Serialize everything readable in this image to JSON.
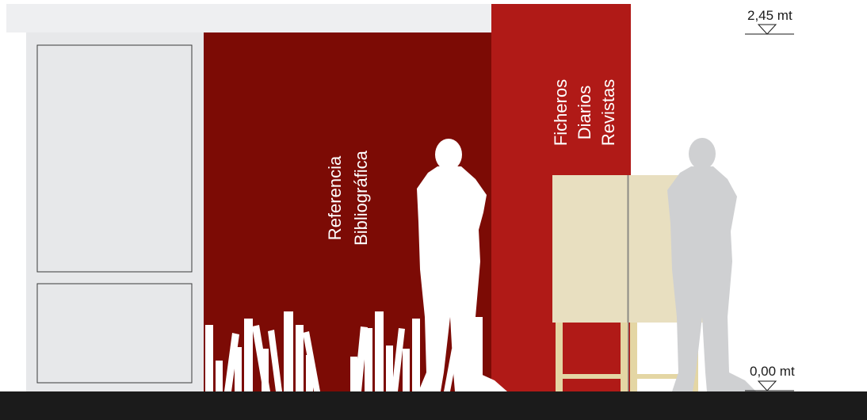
{
  "labels": {
    "reference_line1": "Referencia",
    "reference_line2": "Bibliográfica",
    "column_line1": "Ficheros",
    "column_line2": "Diarios",
    "column_line3": "Revistas"
  },
  "levels": {
    "top": "2,45 mt",
    "bottom": "0,00 mt"
  },
  "colors": {
    "dark_red_wall": "#7c0b05",
    "red_column": "#b01a17",
    "cabinet": "#e7e8ea",
    "cabinet_frame": "#3a3a3a",
    "top_beam": "#eeeff1",
    "floor": "#1b1b1b",
    "counter": "#e8dfc0",
    "counter_legs": "#e4d6a4",
    "silhouette_white": "#ffffff",
    "silhouette_grey": "#cfd0d2"
  }
}
